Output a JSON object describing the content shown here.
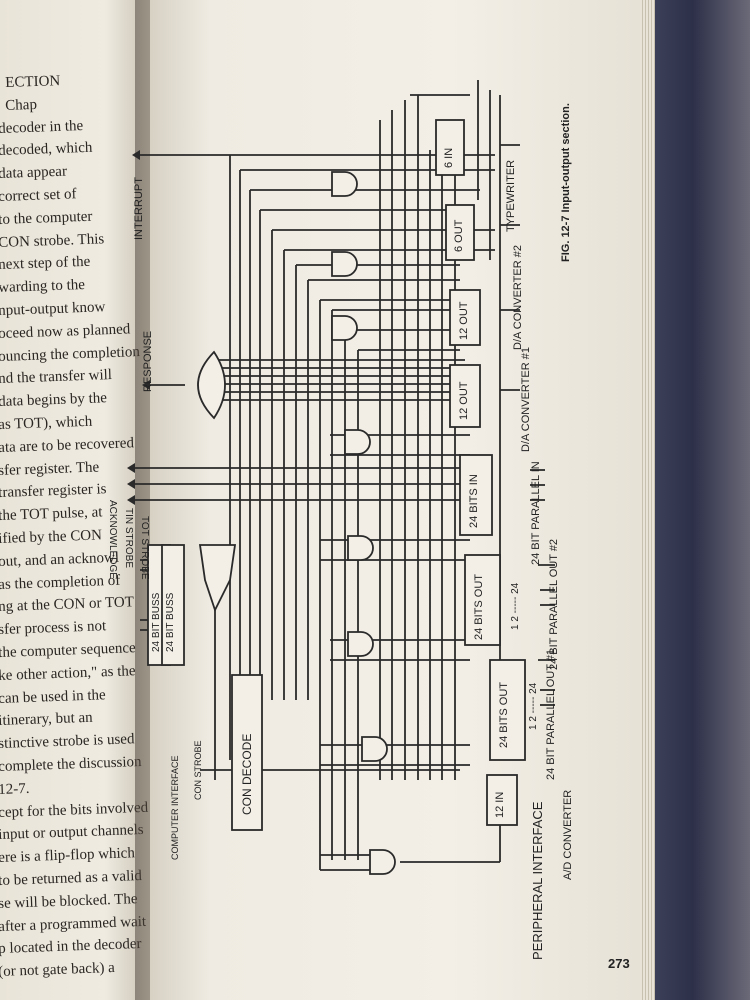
{
  "left_page": {
    "lines": [
      "ECTION",
      "Chap",
      "decoder in the",
      "decoded, which",
      "data appear",
      "correct set of",
      "to the computer",
      "CON strobe. This",
      "next step of the",
      "warding to the",
      "nput-output know",
      "oceed now as planned",
      "ouncing the completion",
      "nd the transfer will",
      "data begins by the",
      "as TOT), which",
      "ata are to be recovered",
      "sfer register. The",
      "transfer register is",
      "the TOT pulse, at",
      "ified by the CON",
      "out, and an acknowl",
      "as the completion of",
      "ng at the CON or TOT",
      "sfer process is not",
      "the computer sequence",
      "ke other action,\" as the",
      "can be used in the",
      "itinerary, but an",
      "stinctive strobe is used",
      "complete the discussion",
      "12-7.",
      "cept for the bits involved",
      "input or output channels",
      "ere is a flip-flop which",
      "to be returned as a valid",
      "se will be blocked. The",
      "after a programmed wait",
      "p located in the decoder",
      "(or not gate back) a"
    ]
  },
  "figure": {
    "caption": "FIG. 12-7  Input-output section.",
    "labels": {
      "interrupt": "INTERRUPT",
      "response": "RESPONSE",
      "acknowledge": "ACKNOWLEDGE",
      "tin_strobe": "TIN STROBE",
      "tot_strobe": "TOT STROBE",
      "busses": [
        "24 BIT BUSS",
        "24 BIT BUSS"
      ],
      "con_decode": "CON DECODE",
      "con_strobe": "CON STROBE",
      "computer_interface": "COMPUTER INTERFACE",
      "peripheral_interface": "PERIPHERAL INTERFACE"
    },
    "modules": [
      {
        "box": "12 IN",
        "device": "A/D CONVERTER"
      },
      {
        "box": "24 BITS OUT",
        "device": "24 BIT PARALLEL OUT #1",
        "pins": "1  2 ----- 24"
      },
      {
        "box": "24 BITS OUT",
        "device": "24 BIT PARALLEL OUT #2",
        "pins": "1  2 ----- 24"
      },
      {
        "box": "24 BITS IN",
        "device": "24 BIT PARALLEL IN"
      },
      {
        "box": "12 OUT",
        "device": "D/A CONVERTER #1"
      },
      {
        "box": "12 OUT",
        "device": "D/A CONVERTER #2"
      },
      {
        "box": "6 OUT",
        "device": "TYPEWRITER"
      },
      {
        "box": "6 IN",
        "device": ""
      }
    ]
  },
  "page_number": "273"
}
